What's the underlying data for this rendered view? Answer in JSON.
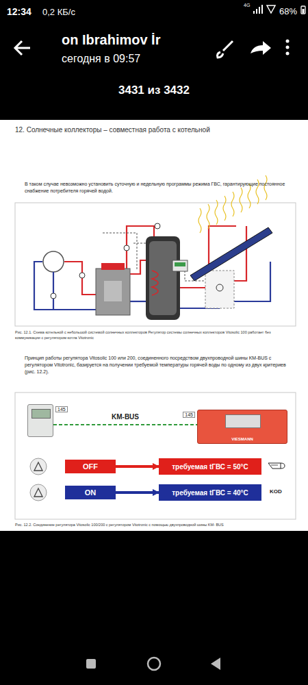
{
  "diagram": {
    "title": "12. Солнечные коллекторы – совместная работа с котельной",
    "nodes": [
      {
        "text": [
          "145"
        ]
      },
      {
        "text": [
          "145",
          "VIESMANN"
        ]
      },
      {
        "text": [
          "OFF"
        ]
      },
      {
        "text": [
          "требуемая tГВС = 50°C"
        ]
      },
      {
        "text": [
          "ON"
        ]
      },
      {
        "text": [
          "требуемая tГВС = 40°C"
        ]
      }
    ],
    "edges": [
      {
        "from": 0,
        "to": 1,
        "label": "KM-BUS",
        "arrow": "none"
      },
      {
        "from": 2,
        "to": 3,
        "arrow": "to"
      },
      {
        "from": 4,
        "to": 5,
        "arrow": "to"
      }
    ],
    "labels": [
      "12:34",
      "0,2 КБ/с",
      "4G",
      "68%",
      "on Ibrahimov İr",
      "сегодня в 09:57",
      "3431 из 3432",
      "В таком случае невозможно установить суточную и недельную программы режима ГВС, гарантирующие постоянное снабжение потребителя горячей водой.",
      "Рис. 12.1. Схема котельной с небольшой системой солнечных коллекторов Регулятор системы солнечных коллекторов Vitosolic 100 работает без коммуникации с регулятором котла Vitotronic",
      "Принцип работы регулятора Vitosolic 100 или 200, соединенного посредством двухпроводной шины KM-BUS с регулятором Vitotronic, базируется на получении требуемой температуры горячей воды по одному из двух критериев (рис. 12.2).",
      "KOD",
      "Рис. 12.2. Соединение регулятора Vitosolic 100/200 с регулятором Vitotronic с помощью двухпроводной шины KM- BUS"
    ]
  }
}
